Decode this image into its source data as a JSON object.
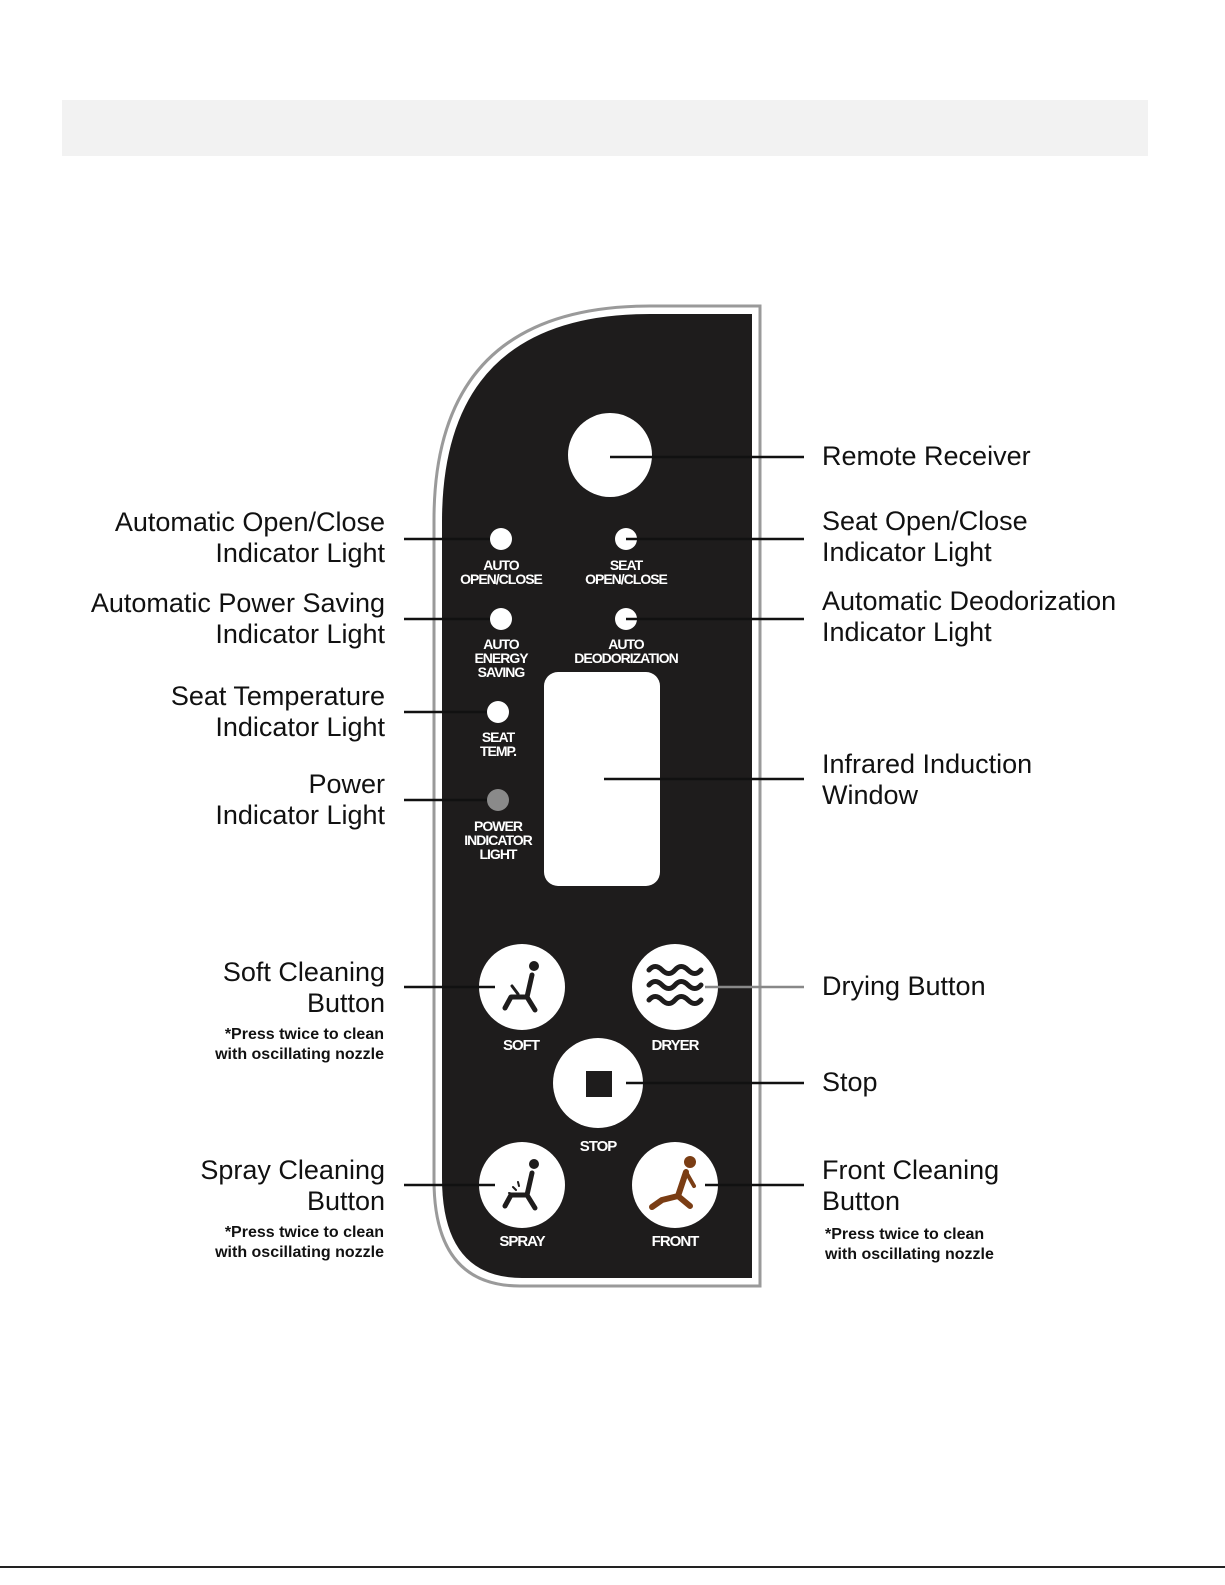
{
  "panel": {
    "indicators": [
      {
        "id": "auto-open-close",
        "label": "AUTO\nOPEN/CLOSE"
      },
      {
        "id": "seat-open-close",
        "label": "SEAT\nOPEN/CLOSE"
      },
      {
        "id": "auto-energy-saving",
        "label": "AUTO\nENERGY\nSAVING"
      },
      {
        "id": "auto-deodorization",
        "label": "AUTO\nDEODORIZATION"
      },
      {
        "id": "seat-temp",
        "label": "SEAT\nTEMP."
      },
      {
        "id": "power-indicator",
        "label": "POWER\nINDICATOR\nLIGHT"
      }
    ],
    "buttons": [
      {
        "id": "soft",
        "label": "SOFT",
        "icon": "soft-cleaning-icon"
      },
      {
        "id": "dryer",
        "label": "DRYER",
        "icon": "wavy-lines-icon"
      },
      {
        "id": "stop",
        "label": "STOP",
        "icon": "stop-square-icon"
      },
      {
        "id": "spray",
        "label": "SPRAY",
        "icon": "spray-cleaning-icon"
      },
      {
        "id": "front",
        "label": "FRONT",
        "icon": "front-cleaning-icon"
      }
    ],
    "colors": {
      "panel": "#1e1c1c",
      "outline": "#d8d8d8",
      "front_icon": "#7a3d14",
      "power_led": "#8a8a8a"
    }
  },
  "callouts": {
    "left": [
      {
        "text": "Automatic Open/Close\nIndicator Light"
      },
      {
        "text": "Automatic Power Saving\nIndicator Light"
      },
      {
        "text": "Seat Temperature\nIndicator Light"
      },
      {
        "text": "Power\nIndicator Light"
      },
      {
        "text": "Soft Cleaning\nButton",
        "note": "*Press twice to clean\nwith oscillating nozzle"
      },
      {
        "text": "Spray Cleaning\nButton",
        "note": "*Press twice to clean\nwith oscillating nozzle"
      }
    ],
    "right": [
      {
        "text": "Remote Receiver"
      },
      {
        "text": "Seat Open/Close\nIndicator Light"
      },
      {
        "text": "Automatic Deodorization\nIndicator Light"
      },
      {
        "text": "Infrared Induction\nWindow"
      },
      {
        "text": "Drying Button"
      },
      {
        "text": "Stop"
      },
      {
        "text": "Front Cleaning\nButton",
        "note": "*Press twice to clean\nwith oscillating nozzle"
      }
    ]
  }
}
